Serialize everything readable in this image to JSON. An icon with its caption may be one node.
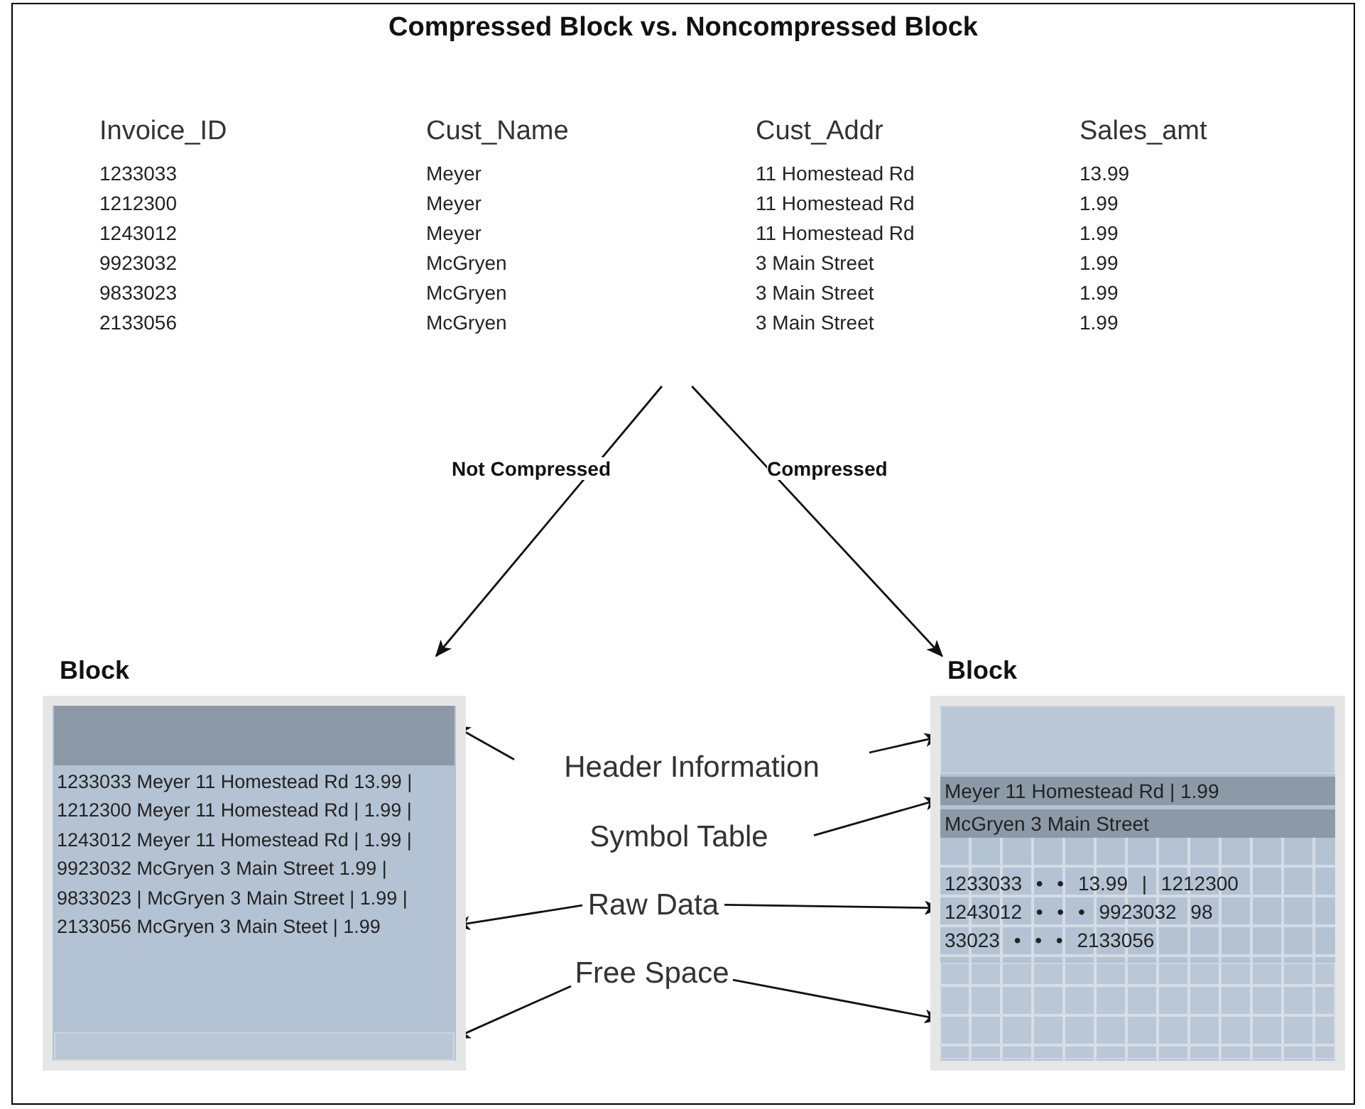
{
  "diagram": {
    "title": "Compressed Block vs. Noncompressed Block",
    "nodes": [
      {
        "text": [
          "Invoice_ID",
          "Cust_Name",
          "Cust_Addr",
          "Sales_amt",
          "1233033",
          "Meyer",
          "11 Homestead Rd",
          "13.99",
          "1212300",
          "Meyer",
          "11 Homestead Rd",
          "1.99",
          "1243012",
          "Meyer",
          "11 Homestead Rd",
          "1.99",
          "9923032",
          "McGryen",
          "3 Main Street",
          "1.99",
          "9833023",
          "McGryen",
          "3 Main Street",
          "1.99",
          "2133056",
          "McGryen",
          "3 Main Street",
          "1.99"
        ]
      },
      {
        "text": [
          "Block"
        ]
      },
      {
        "text": [],
        "shape": "bar",
        "in": 1
      },
      {
        "text": [
          "1233033 Meyer 11 Homestead Rd 13.99 | 1212300 Meyer 11 Homestead Rd | 1.99 | 1243012 Meyer 11 Homestead Rd | 1.99 | 9923032 McGryen 3 Main Street 1.99 | 9833023 | McGryen 3 Main Street | 1.99 | 2133056 McGryen 3 Main Steet | 1.99"
        ],
        "in": 1
      },
      {
        "text": [],
        "shape": "box",
        "in": 1
      },
      {
        "text": [
          "Block"
        ]
      },
      {
        "text": [],
        "shape": "bar",
        "in": 5
      },
      {
        "text": [
          "Meyer 11 Homestead Rd | 1.99",
          "McGryen 3 Main Street"
        ],
        "in": 5
      },
      {
        "text": [
          "1233033 • • 13.99 | 1212300",
          "1243012 • • • 9923032 98",
          "33023 • • • 2133056"
        ],
        "in": 5
      },
      {
        "text": [],
        "shape": "box",
        "in": 5
      },
      {
        "text": [
          "Header Information"
        ]
      },
      {
        "text": [
          "Symbol Table"
        ]
      },
      {
        "text": [
          "Raw Data"
        ]
      },
      {
        "text": [
          "Free Space"
        ]
      }
    ],
    "edges": [
      {
        "from": 0,
        "to": 1,
        "arrow": "to",
        "label": "Not Compressed"
      },
      {
        "from": 0,
        "to": 5,
        "arrow": "to",
        "label": "Compressed"
      },
      {
        "from": 10,
        "to": 2,
        "arrow": "to"
      },
      {
        "from": 10,
        "to": 6,
        "arrow": "to"
      },
      {
        "from": 11,
        "to": 7,
        "arrow": "to"
      },
      {
        "from": 12,
        "to": 3,
        "arrow": "to"
      },
      {
        "from": 12,
        "to": 8,
        "arrow": "to"
      },
      {
        "from": 13,
        "to": 4,
        "arrow": "to"
      },
      {
        "from": 13,
        "to": 9,
        "arrow": "to"
      }
    ]
  }
}
